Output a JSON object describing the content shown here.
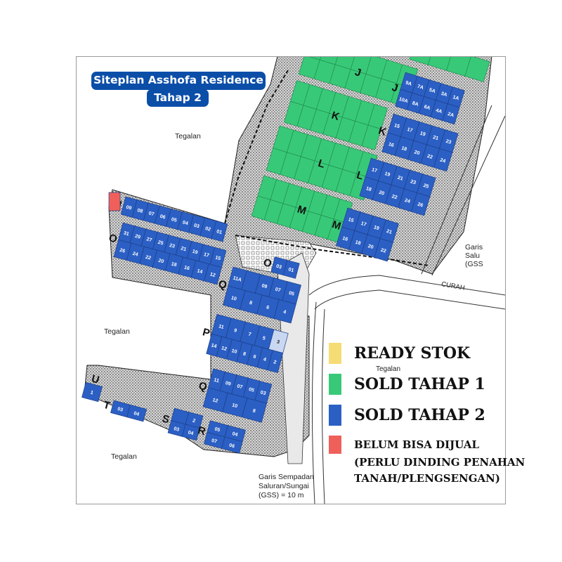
{
  "title": {
    "line1": "Siteplan Asshofa Residence",
    "line2": "Tahap 2"
  },
  "colors": {
    "ready": "#f6dc74",
    "sold1": "#38c978",
    "sold2": "#2b5fc4",
    "blocked": "#f0605a",
    "lightlot": "#c9d8f0",
    "road": "#bdbdbd",
    "title_bg": "#0b4ea8"
  },
  "map_labels": {
    "tegalan_top": "Tegalan",
    "tegalan_left": "Tegalan",
    "tegalan_bottom": "Tegalan",
    "tegalan_right": "Tegalan",
    "curah": "CURAH",
    "gss_right": "Garis\nSalu\n(GSS",
    "gss_bottom": "Garis Sempadan\nSaluran/Sungai\n(GSS) = 10 m"
  },
  "legend": [
    {
      "label": "READY STOK",
      "status": "ready"
    },
    {
      "label": "SOLD TAHAP 1",
      "status": "sold1"
    },
    {
      "label": "SOLD TAHAP 2",
      "status": "sold2"
    },
    {
      "label": "BELUM BISA DIJUAL",
      "status": "blocked"
    }
  ],
  "legend_note": "(PERLU DINDING PENAHAN\nTANAH/PLENGSENGAN)",
  "blocks": [
    {
      "id": "J-green",
      "letter": "J",
      "status": "sold1",
      "rows": [
        [
          "",
          "",
          "",
          "",
          "",
          "",
          ""
        ],
        [
          "",
          "",
          "",
          "",
          "",
          "",
          ""
        ]
      ]
    },
    {
      "id": "J-green-2",
      "letter": "",
      "status": "sold1",
      "rows": [
        [
          "",
          "",
          "",
          ""
        ]
      ]
    },
    {
      "id": "K-green",
      "letter": "K",
      "status": "sold1",
      "rows": [
        [
          "",
          "",
          "",
          "",
          "",
          "",
          ""
        ],
        [
          "",
          "",
          "",
          "",
          "",
          "",
          ""
        ]
      ]
    },
    {
      "id": "L-green",
      "letter": "L",
      "status": "sold1",
      "rows": [
        [
          "",
          "",
          "",
          "",
          "",
          "",
          ""
        ],
        [
          "",
          "",
          "",
          "",
          "",
          "",
          ""
        ]
      ]
    },
    {
      "id": "M-green",
      "letter": "M",
      "status": "sold1",
      "rows": [
        [
          "",
          "",
          "",
          "",
          "",
          "",
          ""
        ],
        [
          "",
          "",
          "",
          "",
          "",
          "",
          ""
        ]
      ]
    },
    {
      "id": "J-blue",
      "letter": "J",
      "status": "sold2",
      "rows": [
        [
          "9A",
          "7A",
          "5A",
          "3A",
          "1A"
        ],
        [
          "10A",
          "8A",
          "6A",
          "4A",
          "2A"
        ]
      ]
    },
    {
      "id": "K-blue",
      "letter": "K",
      "status": "sold2",
      "rows": [
        [
          "15",
          "17",
          "19",
          "21",
          "23"
        ],
        [
          "16",
          "18",
          "20",
          "22",
          "24"
        ]
      ]
    },
    {
      "id": "L-blue",
      "letter": "L",
      "status": "sold2",
      "rows": [
        [
          "17",
          "19",
          "21",
          "23",
          "25"
        ],
        [
          "18",
          "20",
          "22",
          "24",
          "26"
        ]
      ]
    },
    {
      "id": "M-blue",
      "letter": "M",
      "status": "sold2",
      "rows": [
        [
          "15",
          "17",
          "19",
          "21"
        ],
        [
          "16",
          "18",
          "20",
          "22"
        ]
      ]
    },
    {
      "id": "N",
      "letter": "N",
      "status": "sold2",
      "rows": [
        [
          "09",
          "08",
          "07",
          "06",
          "05",
          "04",
          "03",
          "02",
          "01"
        ]
      ]
    },
    {
      "id": "O",
      "letter": "O",
      "status": "sold2",
      "rows": [
        [
          "31",
          "29",
          "27",
          "25",
          "23",
          "21",
          "19",
          "17",
          "15"
        ],
        [
          "26",
          "24",
          "22",
          "20",
          "18",
          "16",
          "14",
          "12"
        ]
      ]
    },
    {
      "id": "O-small",
      "letter": "O",
      "status": "sold2",
      "rows": [
        [
          "03",
          "01"
        ]
      ]
    },
    {
      "id": "Q-top",
      "letter": "Q",
      "status": "sold2",
      "rows": [
        [
          "11A",
          "",
          "09",
          "07",
          "05"
        ],
        [
          "10",
          "8",
          "6",
          "4"
        ]
      ]
    },
    {
      "id": "P",
      "letter": "P",
      "status": "sold2",
      "rows": [
        [
          "11",
          "9",
          "7",
          "5",
          "3"
        ],
        [
          "14",
          "12",
          "10",
          "8",
          "6",
          "4",
          "2"
        ]
      ],
      "light": [
        "3"
      ]
    },
    {
      "id": "Q-low",
      "letter": "Q",
      "status": "sold2",
      "rows": [
        [
          "11",
          "09",
          "07",
          "05",
          "03"
        ],
        [
          "12",
          "10",
          "8"
        ]
      ]
    },
    {
      "id": "U",
      "letter": "U",
      "status": "sold2",
      "rows": [
        [
          "1"
        ]
      ]
    },
    {
      "id": "T",
      "letter": "T",
      "status": "sold2",
      "rows": [
        [
          "03",
          "04"
        ]
      ]
    },
    {
      "id": "S",
      "letter": "S",
      "status": "sold2",
      "rows": [
        [
          "",
          "2"
        ],
        [
          "03",
          "04"
        ]
      ]
    },
    {
      "id": "R",
      "letter": "R",
      "status": "sold2",
      "rows": [
        [
          "05",
          "04"
        ],
        [
          "07",
          "06"
        ]
      ]
    },
    {
      "id": "N-red",
      "letter": "",
      "status": "blocked",
      "rows": [
        [
          ""
        ]
      ]
    }
  ]
}
